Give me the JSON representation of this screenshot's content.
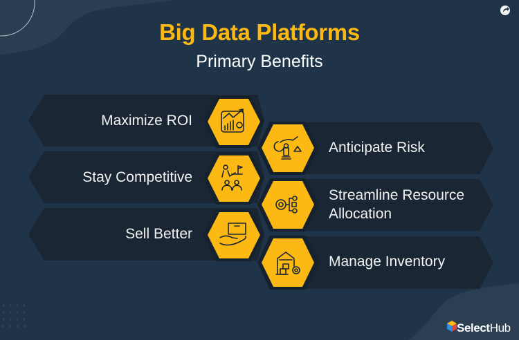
{
  "header": {
    "title": "Big Data Platforms",
    "subtitle": "Primary Benefits"
  },
  "colors": {
    "background": "#1f3449",
    "bar": "#1a2633",
    "hexagon": "#fcb813",
    "title": "#fcb813",
    "text": "#f2f2f2"
  },
  "benefits_left": [
    {
      "label": "Maximize ROI",
      "icon": "chart-growth-icon"
    },
    {
      "label": "Stay Competitive",
      "icon": "team-leader-icon"
    },
    {
      "label": "Sell Better",
      "icon": "hand-box-icon"
    }
  ],
  "benefits_right": [
    {
      "label": "Anticipate Risk",
      "icon": "chess-risk-icon"
    },
    {
      "label_line1": "Streamline Resource",
      "label_line2": "Allocation",
      "icon": "gear-network-icon"
    },
    {
      "label": "Manage Inventory",
      "icon": "warehouse-icon"
    }
  ],
  "brand": {
    "name_bold": "Select",
    "name_light": "Hub"
  },
  "top_right_icon": "share-icon"
}
